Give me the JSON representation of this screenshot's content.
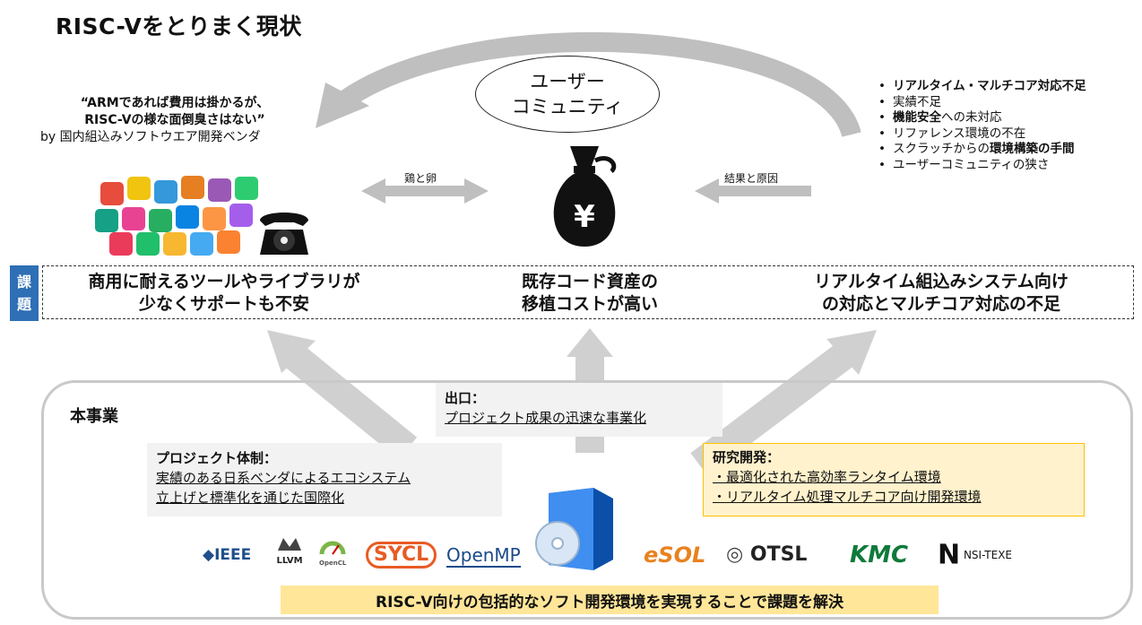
{
  "title": "RISC-Vをとりまく現状",
  "community": {
    "line1": "ユーザー",
    "line2": "コミュニティ"
  },
  "quote": {
    "line1": "“ARMであれば費用は掛かるが、",
    "line2": "RISC-Vの様な面倒臭さはない”",
    "by": "by 国内組込みソフトウエア開発ベンダ"
  },
  "issues_list": [
    {
      "bold": "リアルタイム・マルチコア対応不足",
      "pre": "",
      "post": ""
    },
    {
      "bold": "",
      "pre": "実績不足",
      "post": ""
    },
    {
      "bold": "機能安全",
      "pre": "",
      "post": "への未対応"
    },
    {
      "bold": "",
      "pre": "リファレンス環境の不在",
      "post": ""
    },
    {
      "bold": "環境構築の手間",
      "pre": "スクラッチからの",
      "post": ""
    },
    {
      "bold": "",
      "pre": "ユーザーコミュニティの狭さ",
      "post": ""
    }
  ],
  "arrow_labels": {
    "chicken_egg": "鶏と卵",
    "cause_effect": "結果と原因"
  },
  "kadai": {
    "tag1": "課",
    "tag2": "題"
  },
  "problems": [
    {
      "line1": "商用に耐えるツールやライブラリが",
      "line2": "少なくサポートも不安"
    },
    {
      "line1": "既存コード資産の",
      "line2": "移植コストが高い"
    },
    {
      "line1": "リアルタイム組込みシステム向け",
      "line2": "の対応とマルチコア対応の不足"
    }
  ],
  "business": {
    "title": "本事業",
    "exit": {
      "heading": "出口：",
      "text": "プロジェクト成果の迅速な事業化"
    },
    "project": {
      "heading": "プロジェクト体制：",
      "line1": "実績のある日系ベンダによるエコシステム",
      "line2": "立上げと標準化を通じた国際化"
    },
    "rnd": {
      "heading": "研究開発：",
      "line1": "・最適化された高効率ランタイム環境",
      "line2": "・リアルタイム処理マルチコア向け開発環境"
    },
    "conclusion": "RISC-V向けの包括的なソフト開発環境を実現することで課題を解決"
  },
  "logos": {
    "ieee": "IEEE",
    "llvm": "LLVM",
    "opencl": "OpenCL",
    "sycl": "SYCL",
    "openmp": "OpenMP",
    "esol": "eSOL",
    "otsl": "OTSL",
    "kmc": "KMC",
    "nsi": "NSI-TEXE"
  },
  "colors": {
    "accent_blue": "#2e6fb5",
    "arrow_gray": "#bfbfbf",
    "highlight_yellow": "#ffe699",
    "rnd_border": "#ffc000"
  },
  "icons": [
    "money-bag-yen-icon",
    "telephone-icon",
    "app-icons-cluster",
    "software-box-icon"
  ]
}
